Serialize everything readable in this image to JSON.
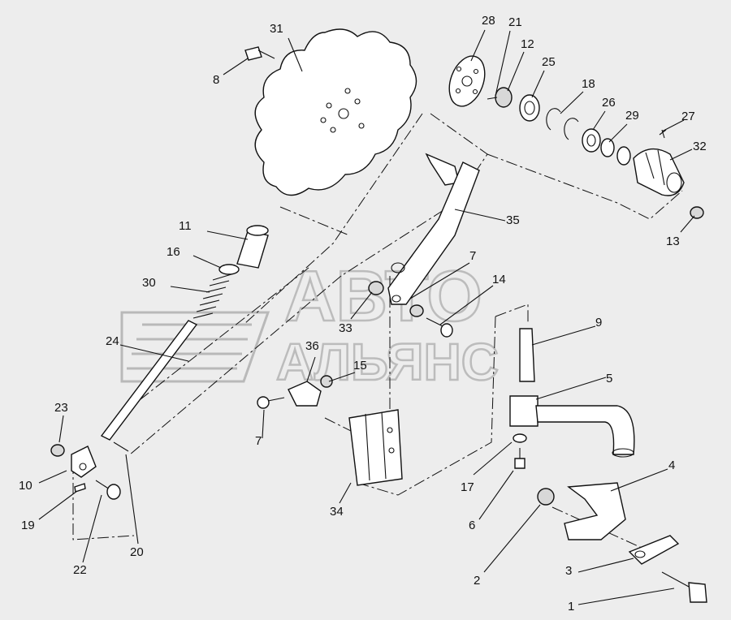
{
  "watermark": {
    "line1": "АВТО",
    "line2": "АЛЬЯНС"
  },
  "callouts": [
    "31",
    "8",
    "28",
    "21",
    "12",
    "25",
    "18",
    "26",
    "29",
    "27",
    "32",
    "13",
    "35",
    "11",
    "16",
    "30",
    "24",
    "7",
    "14",
    "33",
    "9",
    "36",
    "15",
    "5",
    "23",
    "7",
    "34",
    "10",
    "17",
    "4",
    "19",
    "6",
    "22",
    "20",
    "3",
    "2",
    "1"
  ]
}
